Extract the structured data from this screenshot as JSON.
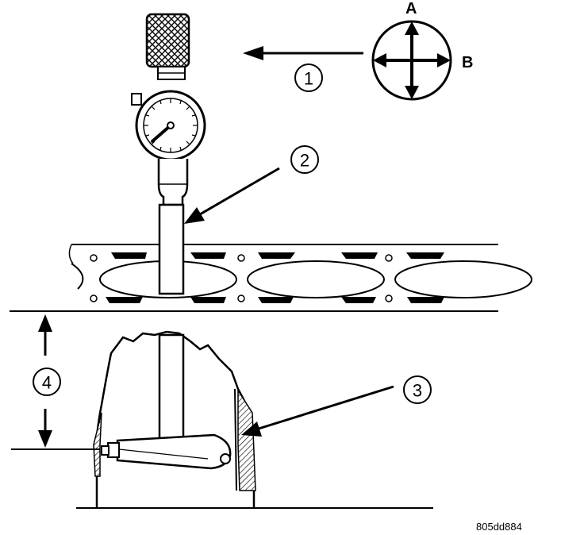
{
  "callouts": {
    "c1": "1",
    "c2": "2",
    "c3": "3",
    "c4": "4"
  },
  "direction_labels": {
    "a": "A",
    "b": "B"
  },
  "figure_code": "805dd884",
  "colors": {
    "ink": "#000000",
    "paper": "#ffffff"
  }
}
